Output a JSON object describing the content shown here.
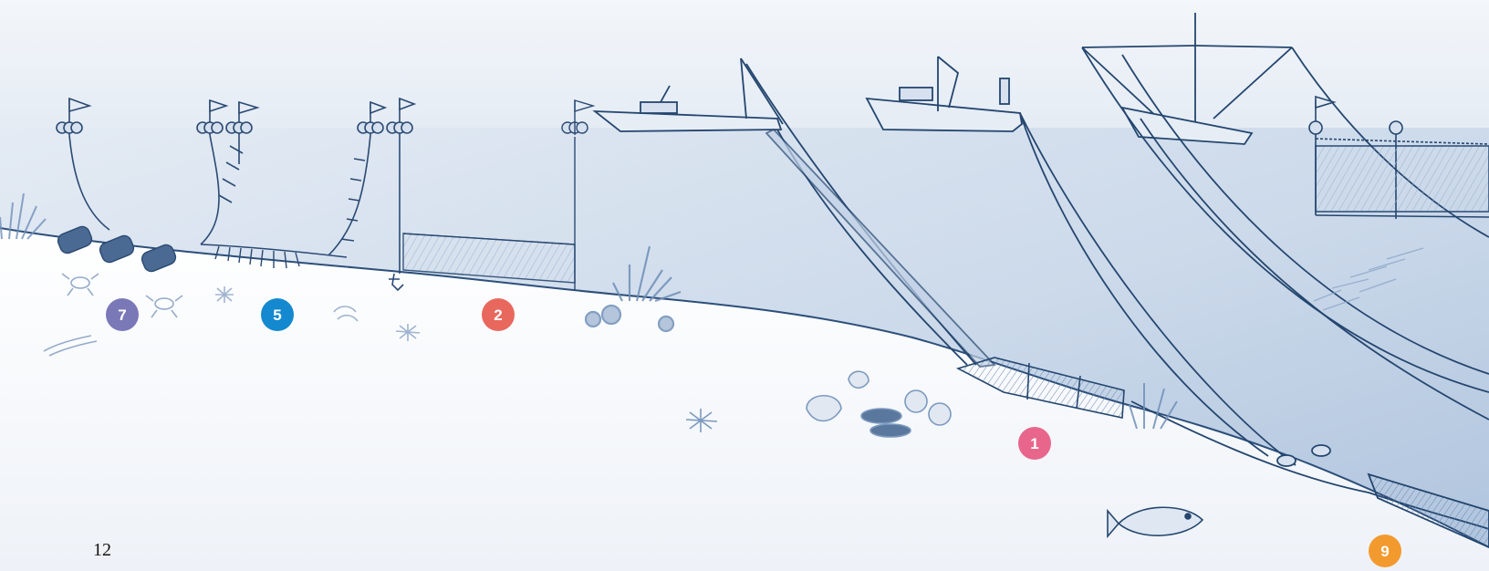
{
  "page_number": "12",
  "markers": [
    {
      "label": "7",
      "color": "#7b78b8"
    },
    {
      "label": "5",
      "color": "#1489cf"
    },
    {
      "label": "2",
      "color": "#e8685e"
    },
    {
      "label": "1",
      "color": "#e8668c"
    },
    {
      "label": "9",
      "color": "#f39a2f"
    }
  ],
  "colors": {
    "sky_top": "#eef2f8",
    "sky_bottom": "#e3ebf4",
    "water_top": "#d7e2ef",
    "water_bottom": "#b7cae1",
    "seabed": "#f7f9fc",
    "line": "#24466f",
    "net": "#5a7aa3",
    "fill_light": "#cfdcec"
  }
}
